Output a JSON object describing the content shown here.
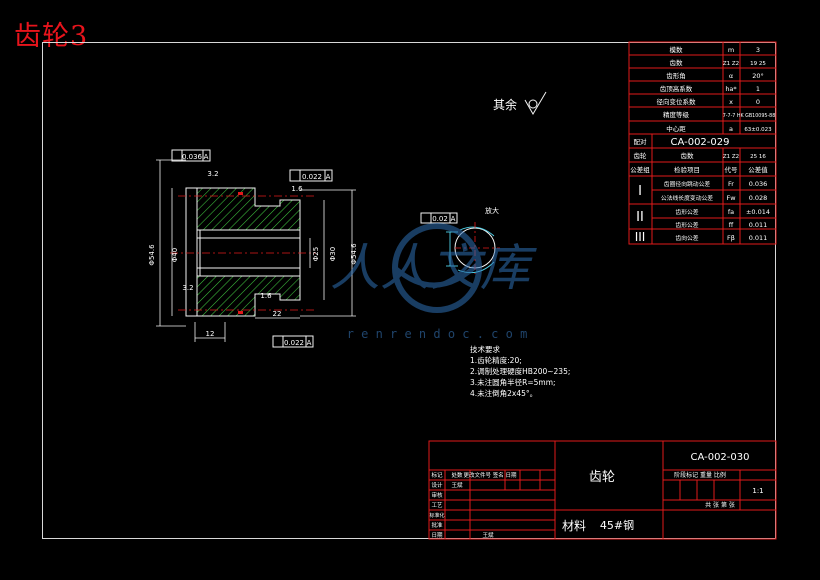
{
  "page_title": "齿轮3",
  "roughness_note": "其余",
  "parameter_table": {
    "rows": [
      {
        "name": "模数",
        "symbol": "m",
        "value": "3"
      },
      {
        "name": "齿数",
        "symbol": "Z1 Z2",
        "value": "19 25"
      },
      {
        "name": "齿形角",
        "symbol": "α",
        "value": "20°"
      },
      {
        "name": "齿顶高系数",
        "symbol": "ha*",
        "value": "1"
      },
      {
        "name": "径向变位系数",
        "symbol": "x",
        "value": "0"
      },
      {
        "name": "精度等级",
        "symbol": "",
        "value": "7-7-7 HK GB10095-88"
      },
      {
        "name": "中心距",
        "symbol": "a",
        "value": "63±0.023"
      }
    ],
    "pair_drawing_label": "配对",
    "pair_drawing_number": "CA-002-029",
    "gear_label": "齿轮",
    "gear_name": "齿数",
    "gear_teeth": "Z1 Z2",
    "gear_teeth_values": "25 16",
    "header": {
      "group": "公差组",
      "item": "检验项目",
      "code": "代号",
      "tolerance": "公差值"
    },
    "groups": [
      {
        "roman": "I",
        "items": [
          {
            "name": "齿圈径向跳动公差",
            "code": "Fr",
            "value": "0.036"
          },
          {
            "name": "公法线长度变动公差",
            "code": "Fw",
            "value": "0.028"
          }
        ]
      },
      {
        "roman": "II",
        "items": [
          {
            "name": "齿形公差",
            "code": "fa",
            "value": "±0.014"
          },
          {
            "name": "齿形公差",
            "code": "ff",
            "value": "0.011"
          }
        ]
      },
      {
        "roman": "III",
        "items": [
          {
            "name": "齿向公差",
            "code": "Fβ",
            "value": "0.011"
          }
        ]
      }
    ]
  },
  "annotations": {
    "tol_top_left": "0.036",
    "tol_top_right": "0.022",
    "tol_bottom": "0.022",
    "tol_center": "0.02",
    "datum": "A",
    "dim_bottom_1": "12",
    "dim_bottom_2": "22",
    "roughness_a": "3.2",
    "roughness_b": "1.6",
    "section_label": "放大",
    "dia_1": "Φ54.6",
    "dia_2": "Φ40",
    "dia_3": "Φ25",
    "dia_4": "Φ30",
    "dia_5": "Φ54.6"
  },
  "watermark": {
    "text": "人人文库",
    "url": "r e n r e n d o c . c o m"
  },
  "technical_requirements": {
    "title": "技术要求",
    "items": [
      "1.齿轮精度:20;",
      "2.调制处理硬度HB200~235;",
      "3.未注圆角半径R=5mm;",
      "4.未注倒角2x45°。"
    ]
  },
  "title_block": {
    "drawing_number": "CA-002-030",
    "part_name": "齿轮",
    "material_label": "材料",
    "material_value": "45#钢",
    "scale": "1:1",
    "stage_labels": "阶段标记 重量 比例",
    "sheet_labels": "共 张 第 张",
    "rows_left": [
      "标记",
      "设计",
      "审核",
      "工艺",
      "标准化",
      "批准",
      "日期"
    ],
    "rows_left_values": [
      "处数",
      "王斌",
      "",
      "",
      "",
      "",
      ""
    ],
    "rows_mid": "更改文件号 签名 日期",
    "bottom_left": "日期",
    "bottom_value": "王斌"
  },
  "colors": {
    "line": "#e01a1a",
    "text": "#f2f2f2",
    "hatch": "#3ec23e",
    "dim": "#4fd0e8",
    "yellow": "#f0f040"
  }
}
